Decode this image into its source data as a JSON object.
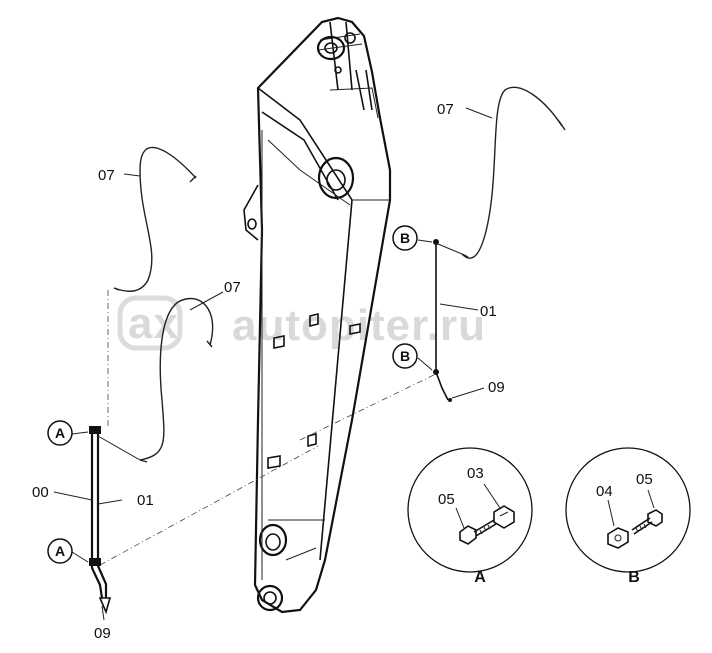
{
  "watermark": {
    "logo": "ax",
    "text": "autopiter.ru"
  },
  "part_labels": {
    "hose_07_left_top": "07",
    "hose_07_left_mid": "07",
    "hose_07_right": "07",
    "pipe_01_left": "01",
    "pipe_01_right": "01",
    "assembly_00": "00",
    "clamp_09_left": "09",
    "clamp_09_right": "09"
  },
  "callouts": {
    "a_upper": "A",
    "a_lower": "A",
    "b_upper": "B",
    "b_lower": "B"
  },
  "detail_a": {
    "title": "A",
    "labels": {
      "bolt": "05",
      "clamp": "03"
    }
  },
  "detail_b": {
    "title": "B",
    "labels": {
      "clamp": "04",
      "bolt": "05"
    }
  }
}
